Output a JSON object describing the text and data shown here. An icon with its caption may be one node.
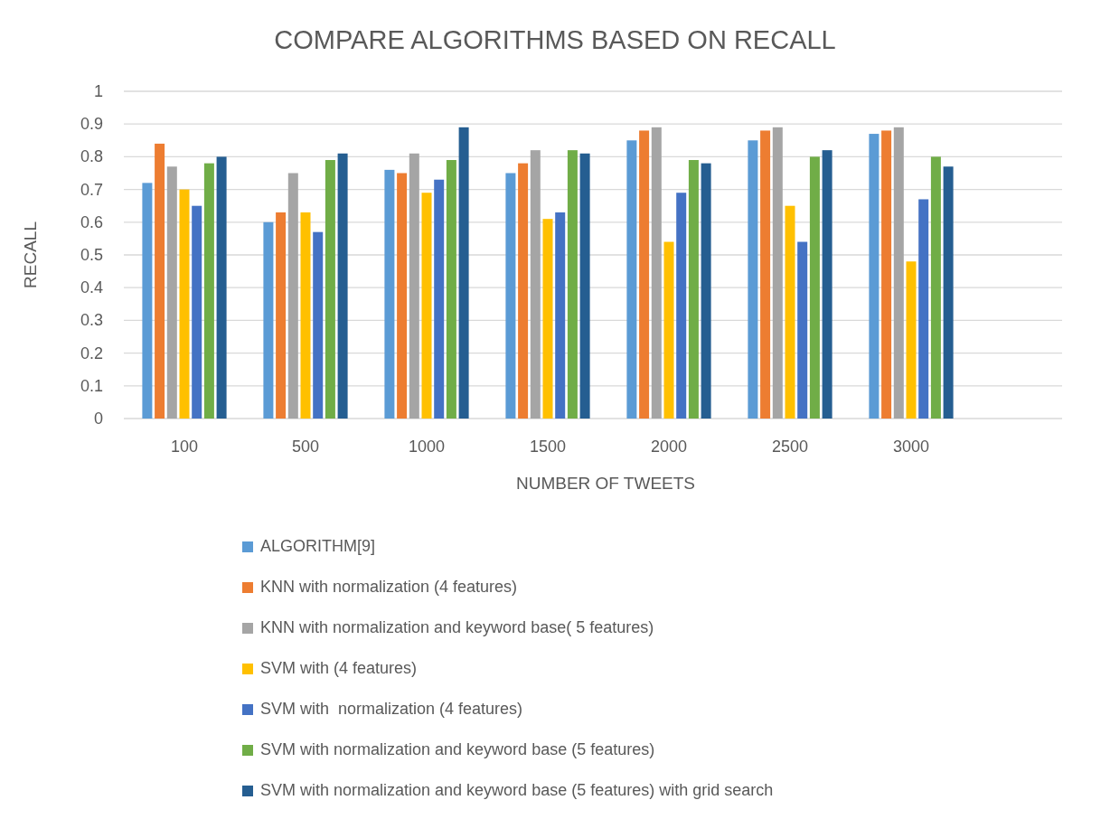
{
  "diagram": {
    "chart_data": {
      "type": "bar",
      "title": "COMPARE ALGORITHMS BASED ON RECALL",
      "xlabel": "NUMBER OF TWEETS",
      "ylabel": "RECALL",
      "categories": [
        "100",
        "500",
        "1000",
        "1500",
        "2000",
        "2500",
        "3000"
      ],
      "series": [
        {
          "name": "ALGORITHM[9]",
          "color": "#5b9bd5",
          "values": [
            0.72,
            0.6,
            0.76,
            0.75,
            0.85,
            0.85,
            0.87
          ]
        },
        {
          "name": "KNN with normalization (4 features)",
          "color": "#ed7d31",
          "values": [
            0.84,
            0.63,
            0.75,
            0.78,
            0.88,
            0.88,
            0.88
          ]
        },
        {
          "name": "KNN with normalization and keyword base( 5 features)",
          "color": "#a5a5a5",
          "values": [
            0.77,
            0.75,
            0.81,
            0.82,
            0.89,
            0.89,
            0.89
          ]
        },
        {
          "name": "SVM with (4 features)",
          "color": "#ffc000",
          "values": [
            0.7,
            0.63,
            0.69,
            0.61,
            0.54,
            0.65,
            0.48
          ]
        },
        {
          "name": "SVM with  normalization (4 features)",
          "color": "#4472c4",
          "values": [
            0.65,
            0.57,
            0.73,
            0.63,
            0.69,
            0.54,
            0.67
          ]
        },
        {
          "name": "SVM with normalization and keyword base (5 features)",
          "color": "#70ad47",
          "values": [
            0.78,
            0.79,
            0.79,
            0.82,
            0.79,
            0.8,
            0.8
          ]
        },
        {
          "name": "SVM with normalization and keyword base (5 features) with grid search",
          "color": "#255e91",
          "values": [
            0.8,
            0.81,
            0.89,
            0.81,
            0.78,
            0.82,
            0.77
          ]
        }
      ],
      "grid": true,
      "ylim": [
        0,
        1
      ],
      "yticks": [
        0,
        0.1,
        0.2,
        0.3,
        0.4,
        0.5,
        0.6,
        0.7,
        0.8,
        0.9,
        1
      ]
    }
  }
}
